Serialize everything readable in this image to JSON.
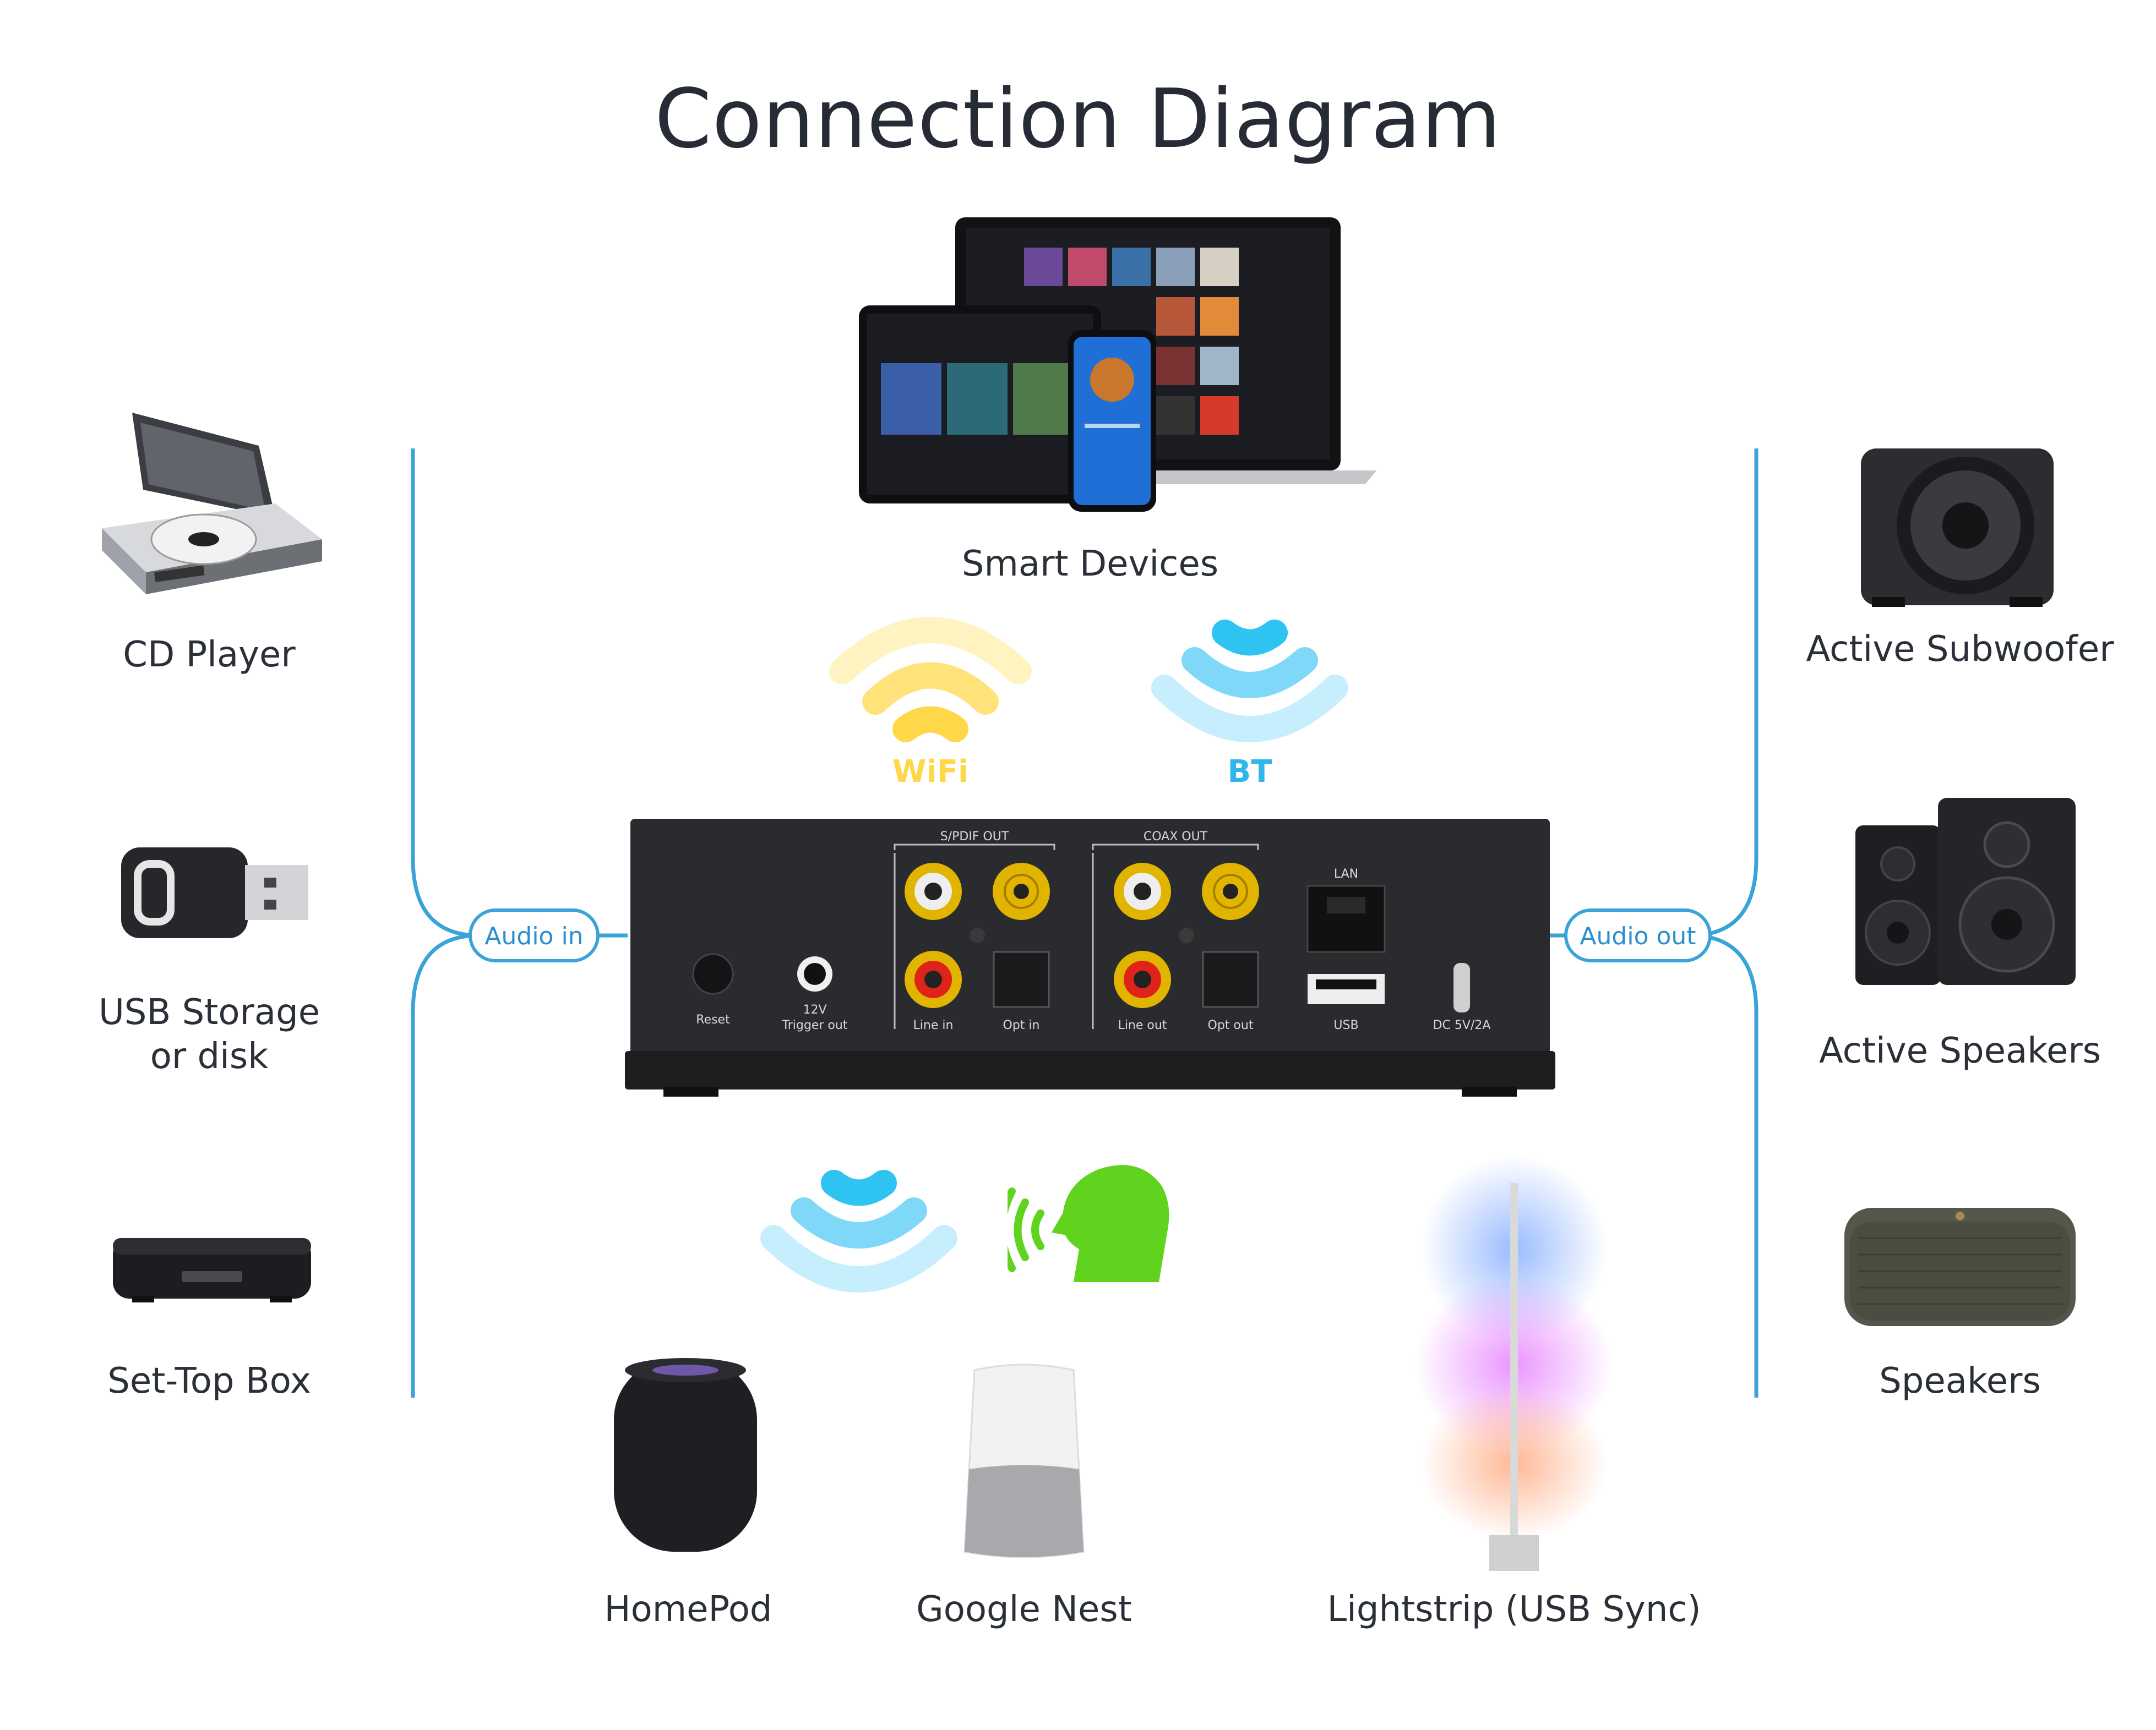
{
  "title": "Connection Diagram",
  "labels": {
    "smart_devices": "Smart Devices",
    "cd_player": "CD Player",
    "usb_storage": "USB Storage",
    "usb_storage_2": "or disk",
    "set_top_box": "Set-Top Box",
    "active_subwoofer": "Active Subwoofer",
    "active_speakers": "Active Speakers",
    "speakers": "Speakers",
    "homepod": "HomePod",
    "google_nest": "Google Nest",
    "lightstrip": "Lightstrip (USB Sync)"
  },
  "signals": {
    "wifi": "WiFi",
    "bt": "BT"
  },
  "connectors": {
    "audio_in": "Audio in",
    "audio_out": "Audio out"
  },
  "device_ports": {
    "spdif_out": "S/PDIF OUT",
    "coax_out": "COAX OUT",
    "lan": "LAN",
    "reset": "Reset",
    "trigger_12v": "12V",
    "trigger_out": "Trigger out",
    "line_in": "Line in",
    "opt_in": "Opt in",
    "line_out": "Line out",
    "opt_out": "Opt out",
    "usb": "USB",
    "dc": "DC 5V/2A"
  },
  "colors": {
    "line_blue": "#3aa3d8",
    "wifi_yellow": "#ffd84a",
    "bt_cyan": "#2fc3f2",
    "voice_green": "#5fd31e",
    "device_body": "#2a2b2e"
  }
}
